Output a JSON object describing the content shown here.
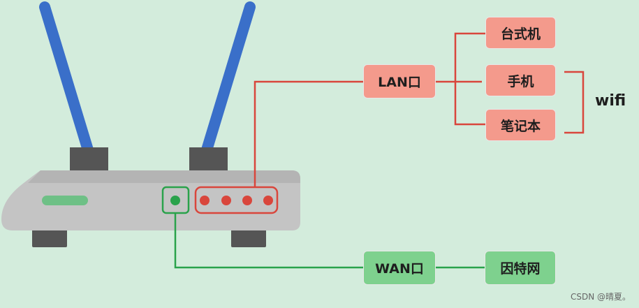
{
  "nodes": {
    "lan_port": "LAN口",
    "wan_port": "WAN口",
    "desktop": "台式机",
    "phone": "手机",
    "laptop": "笔记本",
    "internet": "因特网"
  },
  "wifi_label": "wifi",
  "watermark": "CSDN @晴夏。",
  "colors": {
    "lan_line": "#d9463c",
    "wan_line": "#2aa24b",
    "antenna": "#3a6fc9",
    "router_body": "#c4c4c4",
    "router_feet": "#555555",
    "lan_box": "#f49a8c",
    "wan_box": "#7ed18e"
  }
}
